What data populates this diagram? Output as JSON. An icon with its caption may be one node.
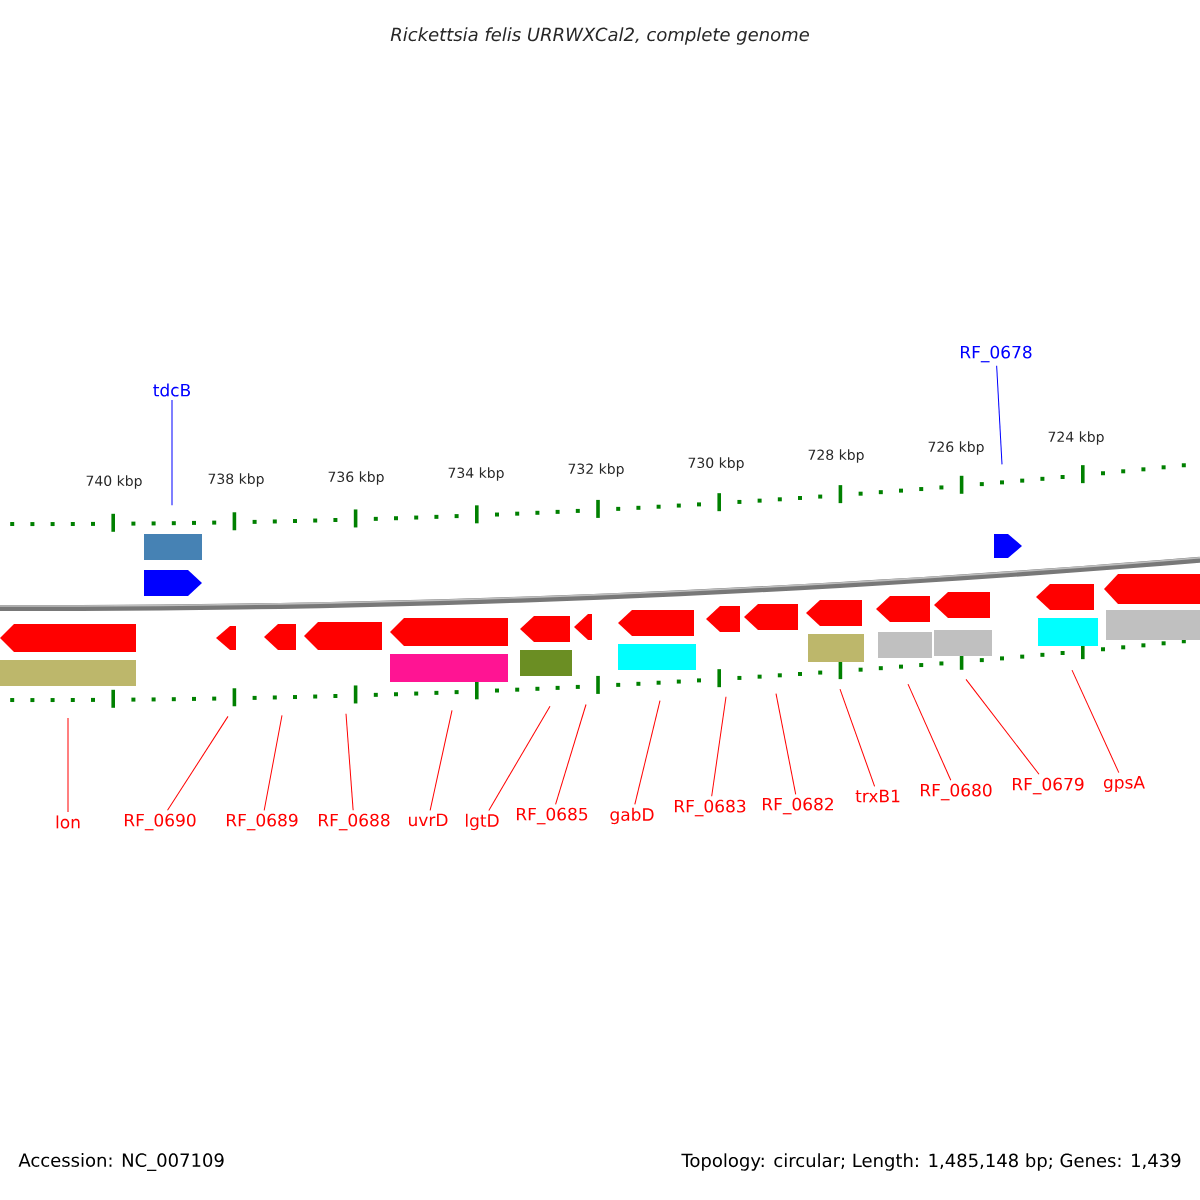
{
  "diagram": {
    "title": "Rickettsia felis URRWXCal2, complete genome",
    "nodes": [
      {
        "text": [
          "tdcB"
        ]
      },
      {
        "text": [
          "RF_0678"
        ]
      },
      {
        "text": [
          "lon"
        ]
      },
      {
        "text": [
          "RF_0690"
        ]
      },
      {
        "text": [
          "RF_0689"
        ]
      },
      {
        "text": [
          "RF_0688"
        ]
      },
      {
        "text": [
          "uvrD"
        ]
      },
      {
        "text": [
          "lgtD"
        ]
      },
      {
        "text": [
          "RF_0685"
        ]
      },
      {
        "text": [
          "gabD"
        ]
      },
      {
        "text": [
          "RF_0683"
        ]
      },
      {
        "text": [
          "RF_0682"
        ]
      },
      {
        "text": [
          "trxB1"
        ]
      },
      {
        "text": [
          "RF_0680"
        ]
      },
      {
        "text": [
          "RF_0679"
        ]
      },
      {
        "text": [
          "gpsA"
        ]
      }
    ],
    "edges": [
      {
        "from": 0,
        "to": null,
        "arrow": "none",
        "color": "#0000ff"
      },
      {
        "from": 1,
        "to": null,
        "arrow": "none",
        "color": "#0000ff"
      },
      {
        "from": 2,
        "to": null,
        "arrow": "none"
      },
      {
        "from": 3,
        "to": null,
        "arrow": "none"
      },
      {
        "from": 4,
        "to": null,
        "arrow": "none"
      },
      {
        "from": 5,
        "to": null,
        "arrow": "none"
      },
      {
        "from": 6,
        "to": null,
        "arrow": "none"
      },
      {
        "from": 7,
        "to": null,
        "arrow": "none"
      },
      {
        "from": 8,
        "to": null,
        "arrow": "none"
      },
      {
        "from": 9,
        "to": null,
        "arrow": "none"
      },
      {
        "from": 10,
        "to": null,
        "arrow": "none"
      },
      {
        "from": 11,
        "to": null,
        "arrow": "none"
      },
      {
        "from": 12,
        "to": null,
        "arrow": "none"
      },
      {
        "from": 13,
        "to": null,
        "arrow": "none"
      },
      {
        "from": 14,
        "to": null,
        "arrow": "none"
      },
      {
        "from": 15,
        "to": null,
        "arrow": "none"
      }
    ],
    "labels": [
      "740 kbp",
      "738 kbp",
      "736 kbp",
      "734 kbp",
      "732 kbp",
      "730 kbp",
      "728 kbp",
      "726 kbp",
      "724 kbp",
      "Accession: NC_007109",
      "Topology: circular; Length: 1,485,148 bp; Genes: 1,439"
    ]
  }
}
